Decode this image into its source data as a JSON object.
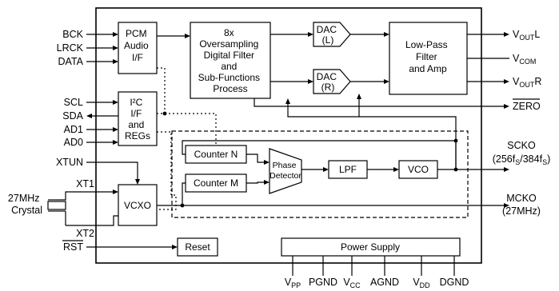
{
  "blocks": {
    "pcm": [
      "PCM",
      "Audio",
      "I/F"
    ],
    "filter": [
      "8x",
      "Oversampling",
      "Digital Filter",
      "and",
      "Sub-Functions",
      "Process"
    ],
    "dac_l": [
      "DAC",
      "(L)"
    ],
    "dac_r": [
      "DAC",
      "(R)"
    ],
    "lpf_amp": [
      "Low-Pass",
      "Filter",
      "and Amp"
    ],
    "i2c": [
      "I²C",
      "I/F",
      "and",
      "REGs"
    ],
    "counter_n": "Counter N",
    "counter_m": "Counter M",
    "phase_detector": [
      "Phase",
      "Detector"
    ],
    "lpf": "LPF",
    "vco": "VCO",
    "vcxo": "VCXO",
    "reset": "Reset",
    "power_supply": "Power Supply"
  },
  "pins_left": {
    "bck": "BCK",
    "lrck": "LRCK",
    "data": "DATA",
    "scl": "SCL",
    "sda": "SDA",
    "ad1": "AD1",
    "ad0": "AD0",
    "xtun": "XTUN",
    "xt1": "XT1",
    "xt2": "XT2",
    "crystal": [
      "27MHz",
      "Crystal"
    ],
    "rst": "RST"
  },
  "pins_right": {
    "voutl": {
      "main": "V",
      "sub": "OUT",
      "suffix": "L"
    },
    "vcom": {
      "main": "V",
      "sub": "COM",
      "suffix": ""
    },
    "voutr": {
      "main": "V",
      "sub": "OUT",
      "suffix": "R"
    },
    "zero": "ZERO",
    "scko": "SCKO",
    "scko_freq": {
      "a": "(256f",
      "a_sub": "S",
      "b": "/384f",
      "b_sub": "S",
      "c": ")"
    },
    "mcko": "MCKO",
    "mcko_freq": "(27MHz)"
  },
  "pins_bottom": {
    "vpp": {
      "main": "V",
      "sub": "PP"
    },
    "pgnd": "PGND",
    "vcc": {
      "main": "V",
      "sub": "CC"
    },
    "agnd": "AGND",
    "vdd": {
      "main": "V",
      "sub": "DD"
    },
    "dgnd": "DGND"
  }
}
